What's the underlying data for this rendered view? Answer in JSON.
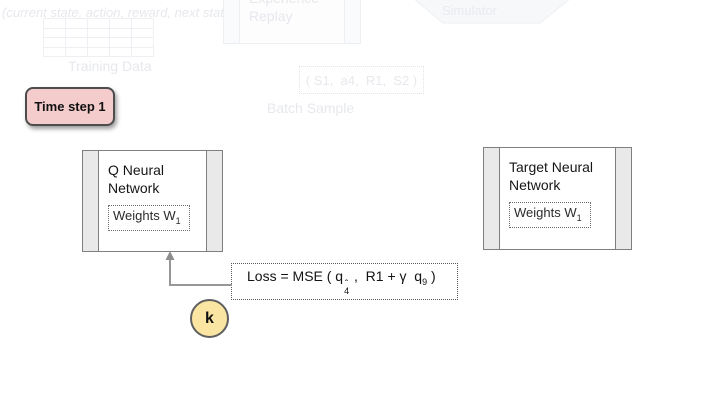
{
  "colors": {
    "badge-pink": "#f4cccc",
    "badge-border": "#4d4d4d",
    "marker-yellow": "#fbe5a2",
    "band-gray": "#e9e9e9",
    "box-border": "#7f7f7f",
    "arrow-gray": "#979797",
    "faded-text": "#e7e8ed",
    "faded-line": "#edeff3"
  },
  "faded_background": {
    "tuple_caption": "(current state, action, reward, next state)",
    "training_data_label": "Training Data",
    "experience_replay_label": "Experience Replay",
    "batch_tuple": "( S1,  a4,  R1,  S2 )",
    "batch_sample_label": "Batch Sample",
    "simulator_label": "Simulator"
  },
  "time_step_badge": {
    "label": "Time step 1"
  },
  "q_network": {
    "title": "Q Neural Network",
    "weights_label": "Weights W",
    "weights_subscript": "1"
  },
  "target_network": {
    "title": "Target Neural Network",
    "weights_label": "Weights W",
    "weights_subscript": "1"
  },
  "loss_formula": {
    "prefix": "Loss = MSE ( q",
    "hat": "ˆ",
    "sub_predicted": "4",
    "middle": " ,  R1 + γ  q",
    "sub_target": "9",
    "suffix": " )"
  },
  "k_marker": {
    "label": "k"
  }
}
